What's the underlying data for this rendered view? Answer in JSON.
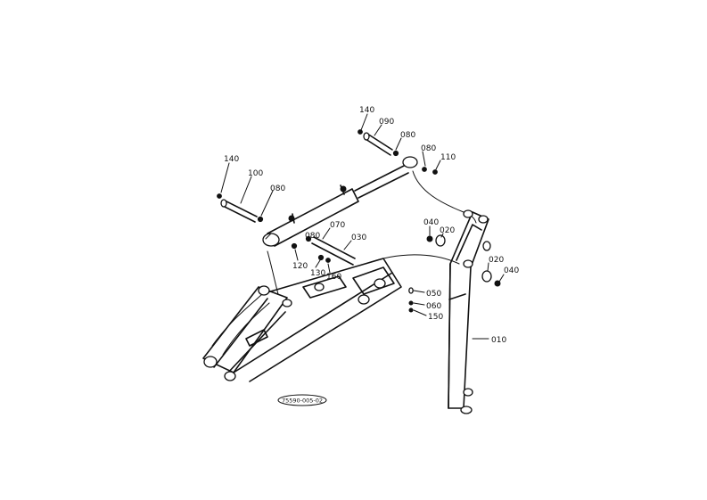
{
  "callouts": [
    {
      "id": "c1",
      "text": "140"
    },
    {
      "id": "c2",
      "text": "090"
    },
    {
      "id": "c3",
      "text": "080"
    },
    {
      "id": "c4",
      "text": "080"
    },
    {
      "id": "c5",
      "text": "110"
    },
    {
      "id": "c6",
      "text": "140"
    },
    {
      "id": "c7",
      "text": "100"
    },
    {
      "id": "c8",
      "text": "080"
    },
    {
      "id": "c9",
      "text": "070"
    },
    {
      "id": "c10",
      "text": "080"
    },
    {
      "id": "c11",
      "text": "030"
    },
    {
      "id": "c12",
      "text": "120"
    },
    {
      "id": "c13",
      "text": "130"
    },
    {
      "id": "c14",
      "text": "160"
    },
    {
      "id": "c15",
      "text": "040"
    },
    {
      "id": "c16",
      "text": "020"
    },
    {
      "id": "c17",
      "text": "020"
    },
    {
      "id": "c18",
      "text": "040"
    },
    {
      "id": "c19",
      "text": "050"
    },
    {
      "id": "c20",
      "text": "060"
    },
    {
      "id": "c21",
      "text": "150"
    },
    {
      "id": "c22",
      "text": "010"
    }
  ],
  "drawing_code": "75590-005-02"
}
